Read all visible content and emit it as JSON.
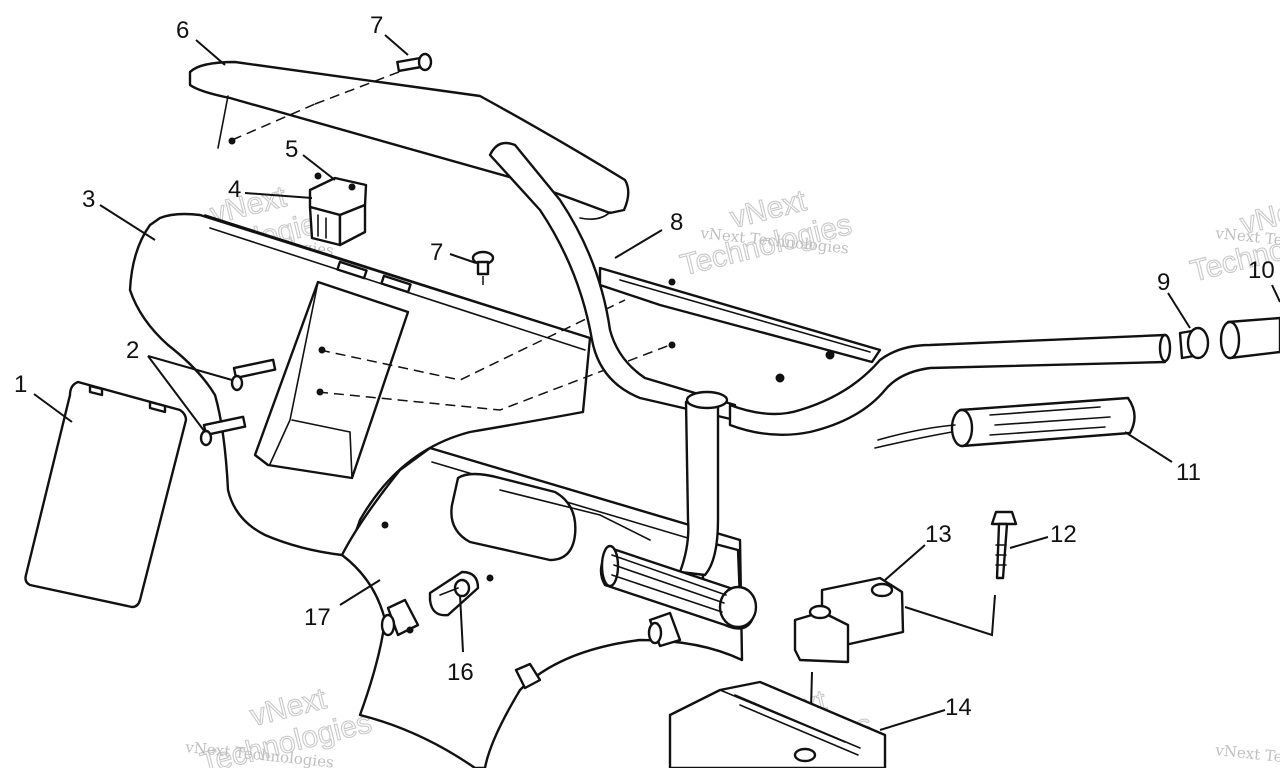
{
  "callouts": {
    "c1": "1",
    "c2": "2",
    "c3": "3",
    "c4": "4",
    "c5": "5",
    "c6": "6",
    "c7a": "7",
    "c7b": "7",
    "c8": "8",
    "c9": "9",
    "c10": "10",
    "c11": "11",
    "c12": "12",
    "c13": "13",
    "c14": "14",
    "c16": "16",
    "c17": "17"
  },
  "watermark": {
    "company": "vNext Technologies",
    "brand_line1": "vNext",
    "brand_line2": "Technologies"
  },
  "colors": {
    "line": "#111111",
    "background": "#ffffff",
    "watermark": "#c9c9c9"
  }
}
